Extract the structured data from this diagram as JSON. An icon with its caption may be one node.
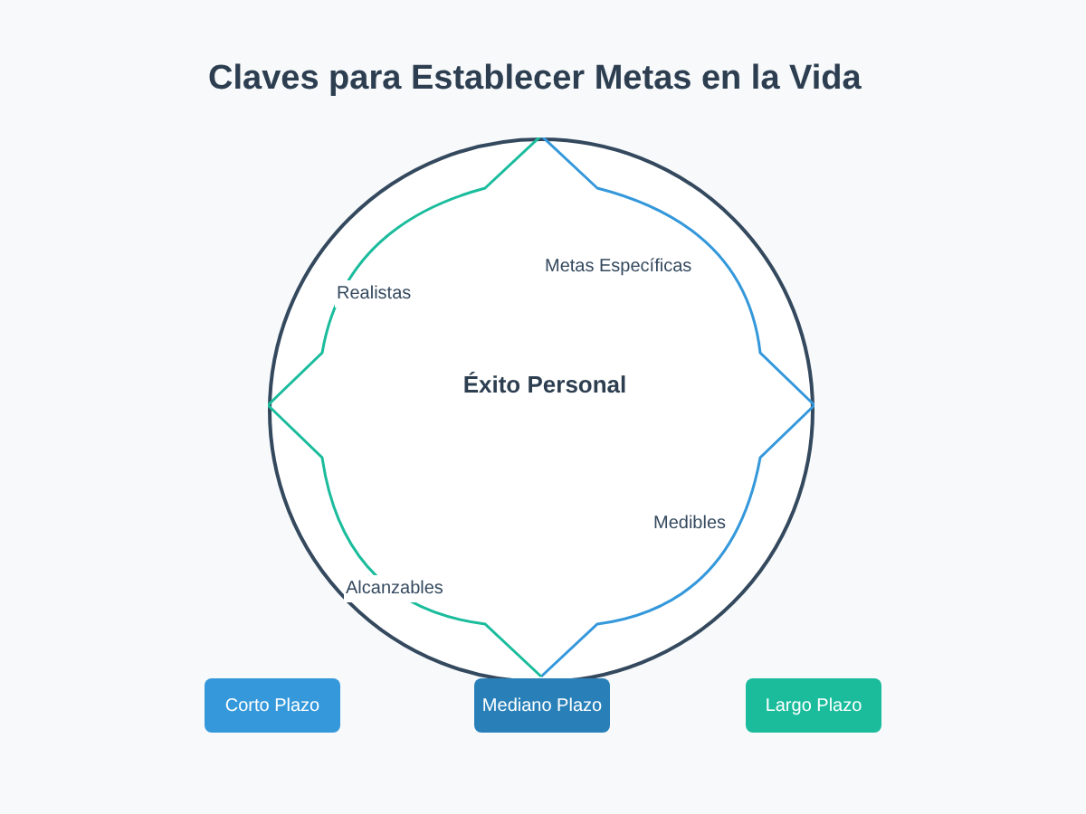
{
  "diagram": {
    "title": "Claves para Establecer Metas en la Vida",
    "nodes": [
      {
        "text": [
          "Éxito Personal"
        ]
      },
      {
        "text": [
          "Corto Plazo"
        ]
      },
      {
        "text": [
          "Mediano Plazo"
        ]
      },
      {
        "text": [
          "Largo Plazo"
        ]
      }
    ],
    "labels": [
      "Metas Específicas",
      "Realistas",
      "Medibles",
      "Alcanzables"
    ]
  }
}
